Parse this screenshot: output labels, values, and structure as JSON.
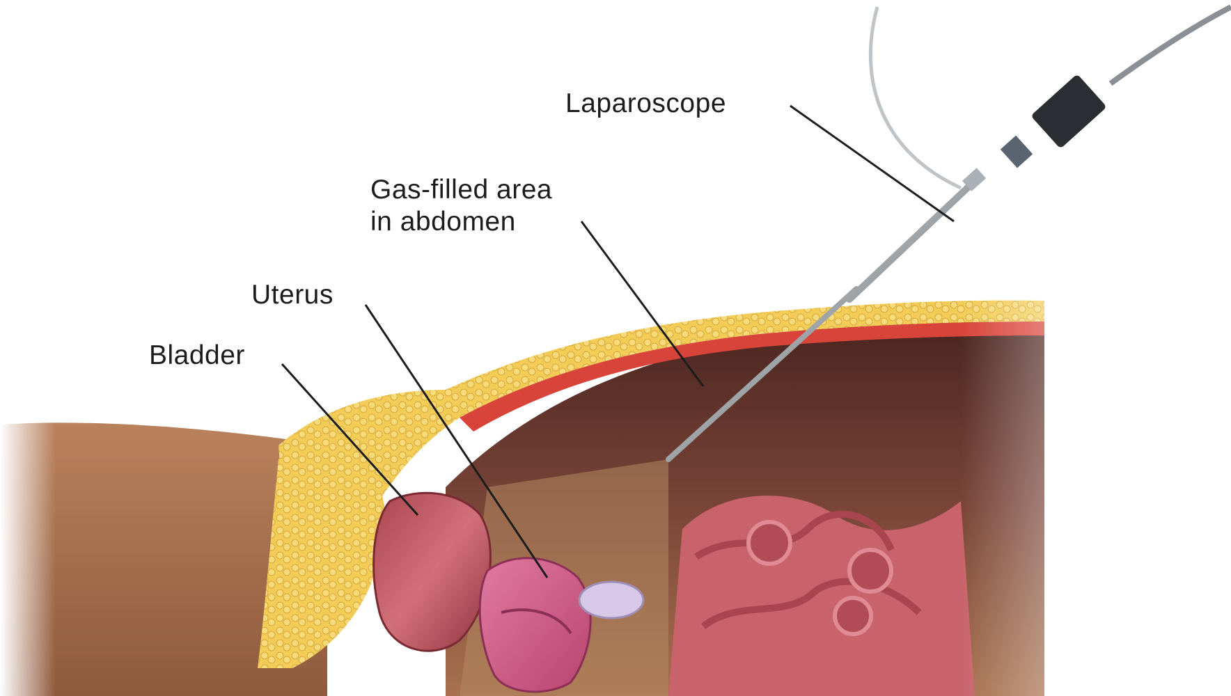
{
  "labels": {
    "laparoscope": "Laparoscope",
    "gas_filled_area": [
      "Gas-filled area",
      "in abdomen"
    ],
    "uterus": "Uterus",
    "bladder": "Bladder"
  },
  "colors": {
    "background": "#ffffff",
    "skin": "#a8714e",
    "fat": "#f0c84a",
    "muscle": "#d9443a",
    "cavity": "#5a2f26",
    "intestine": "#c9636b",
    "uterus": "#cf5a86",
    "bladder": "#b8474e",
    "leader_line": "#1c1c1c",
    "instrument": "#8e9498"
  }
}
